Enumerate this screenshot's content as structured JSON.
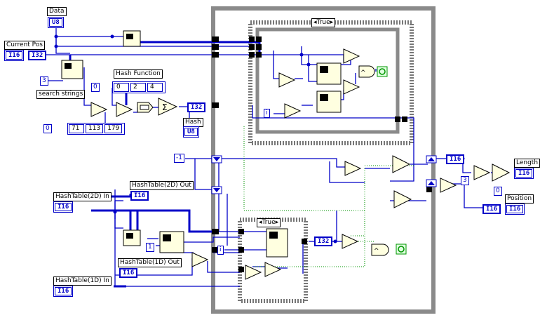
{
  "labels": {
    "data": "Data",
    "current_pos": "Current Pos",
    "hash_function": "Hash Function",
    "search_strings": "search strings",
    "hash": "Hash",
    "hashtable_2d_in": "HashTable(2D) In",
    "hashtable_2d_out": "HashTable(2D) Out",
    "hashtable_1d_out": "HashTable(1D) Out",
    "hashtable_1d_in": "HashTable(1D) In",
    "length": "Length",
    "position": "Position"
  },
  "terminals": {
    "data_type": "U8",
    "current_pos_type": "I16",
    "current_pos_wire": "I32",
    "hash_wire": "I32",
    "hash_type": "U8",
    "ht2d_in_type": "I16",
    "ht2d_out_type": "I16",
    "ht1d_out_type": "I16",
    "ht1d_in_type": "I16",
    "length_wire": "I16",
    "length_type": "I16",
    "position_wire": "I16",
    "position_type": "I16",
    "lower_case_wire": "I32"
  },
  "constants": {
    "three_a": "3",
    "minus_one": "-1",
    "one": "1",
    "three_b": "3",
    "zero": "0",
    "iter_i": "i"
  },
  "arrays": {
    "hash_function_index": "0",
    "hash_function_values": [
      "0",
      "2",
      "4"
    ],
    "search_index": "0",
    "search_values": [
      "71",
      "113",
      "179"
    ]
  },
  "case_structures": {
    "upper_selector": "True",
    "lower_selector": "True"
  }
}
